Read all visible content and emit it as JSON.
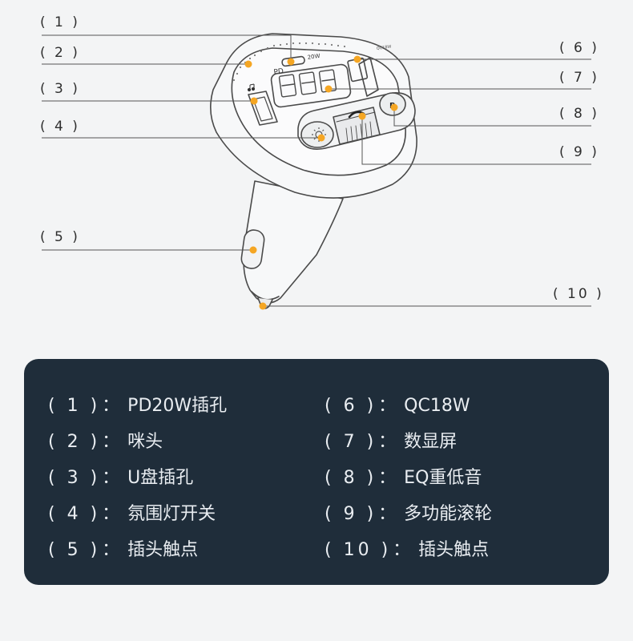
{
  "callouts": [
    {
      "label": "( 1 )"
    },
    {
      "label": "( 2 )"
    },
    {
      "label": "( 3 )"
    },
    {
      "label": "( 4 )"
    },
    {
      "label": "( 5 )"
    },
    {
      "label": "( 6 )"
    },
    {
      "label": "( 7 )"
    },
    {
      "label": "( 8 )"
    },
    {
      "label": "( 9 )"
    },
    {
      "label": "( 10 )"
    }
  ],
  "device_markings": {
    "port_pd": "PD",
    "port_pd_watt": "20W",
    "port_qc": "QC18W",
    "eq_button": "B"
  },
  "legend": {
    "separator": "：",
    "items": [
      {
        "num": "( 1 )",
        "text": "PD20W插孔"
      },
      {
        "num": "( 2 )",
        "text": "咪头"
      },
      {
        "num": "( 3 )",
        "text": "U盘插孔"
      },
      {
        "num": "( 4 )",
        "text": "氛围灯开关"
      },
      {
        "num": "( 5 )",
        "text": "插头触点"
      },
      {
        "num": "( 6 )",
        "text": "QC18W"
      },
      {
        "num": "( 7 )",
        "text": "数显屏"
      },
      {
        "num": "( 8 )",
        "text": "EQ重低音"
      },
      {
        "num": "( 9 )",
        "text": "多功能滚轮"
      },
      {
        "num": "( 10 )",
        "text": "插头触点"
      }
    ]
  },
  "colors": {
    "page_background": "#f3f4f5",
    "panel_background": "#1f2d3a",
    "marker_dot": "#f5a623",
    "device_outline": "#4a4a4a"
  }
}
